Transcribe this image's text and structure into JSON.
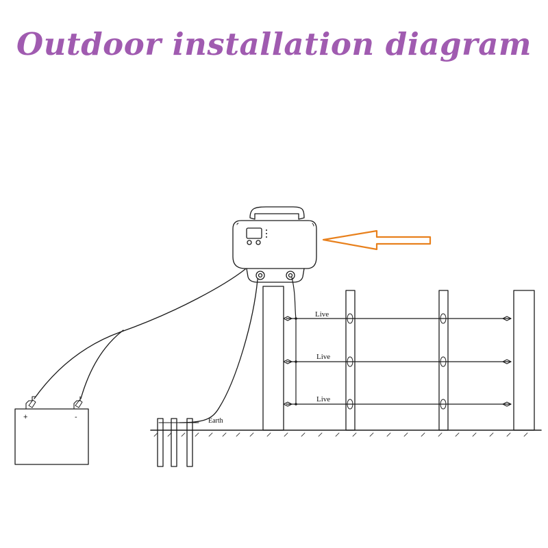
{
  "title": "Outdoor installation diagram",
  "labels": {
    "live_1": "Live",
    "live_2": "Live",
    "live_3": "Live",
    "earth": "Earth",
    "battery_plus": "+",
    "battery_minus": "-"
  },
  "colors": {
    "title": "#a05bb0",
    "arrow_stroke": "#e8801c",
    "line": "#1a1a1a"
  }
}
